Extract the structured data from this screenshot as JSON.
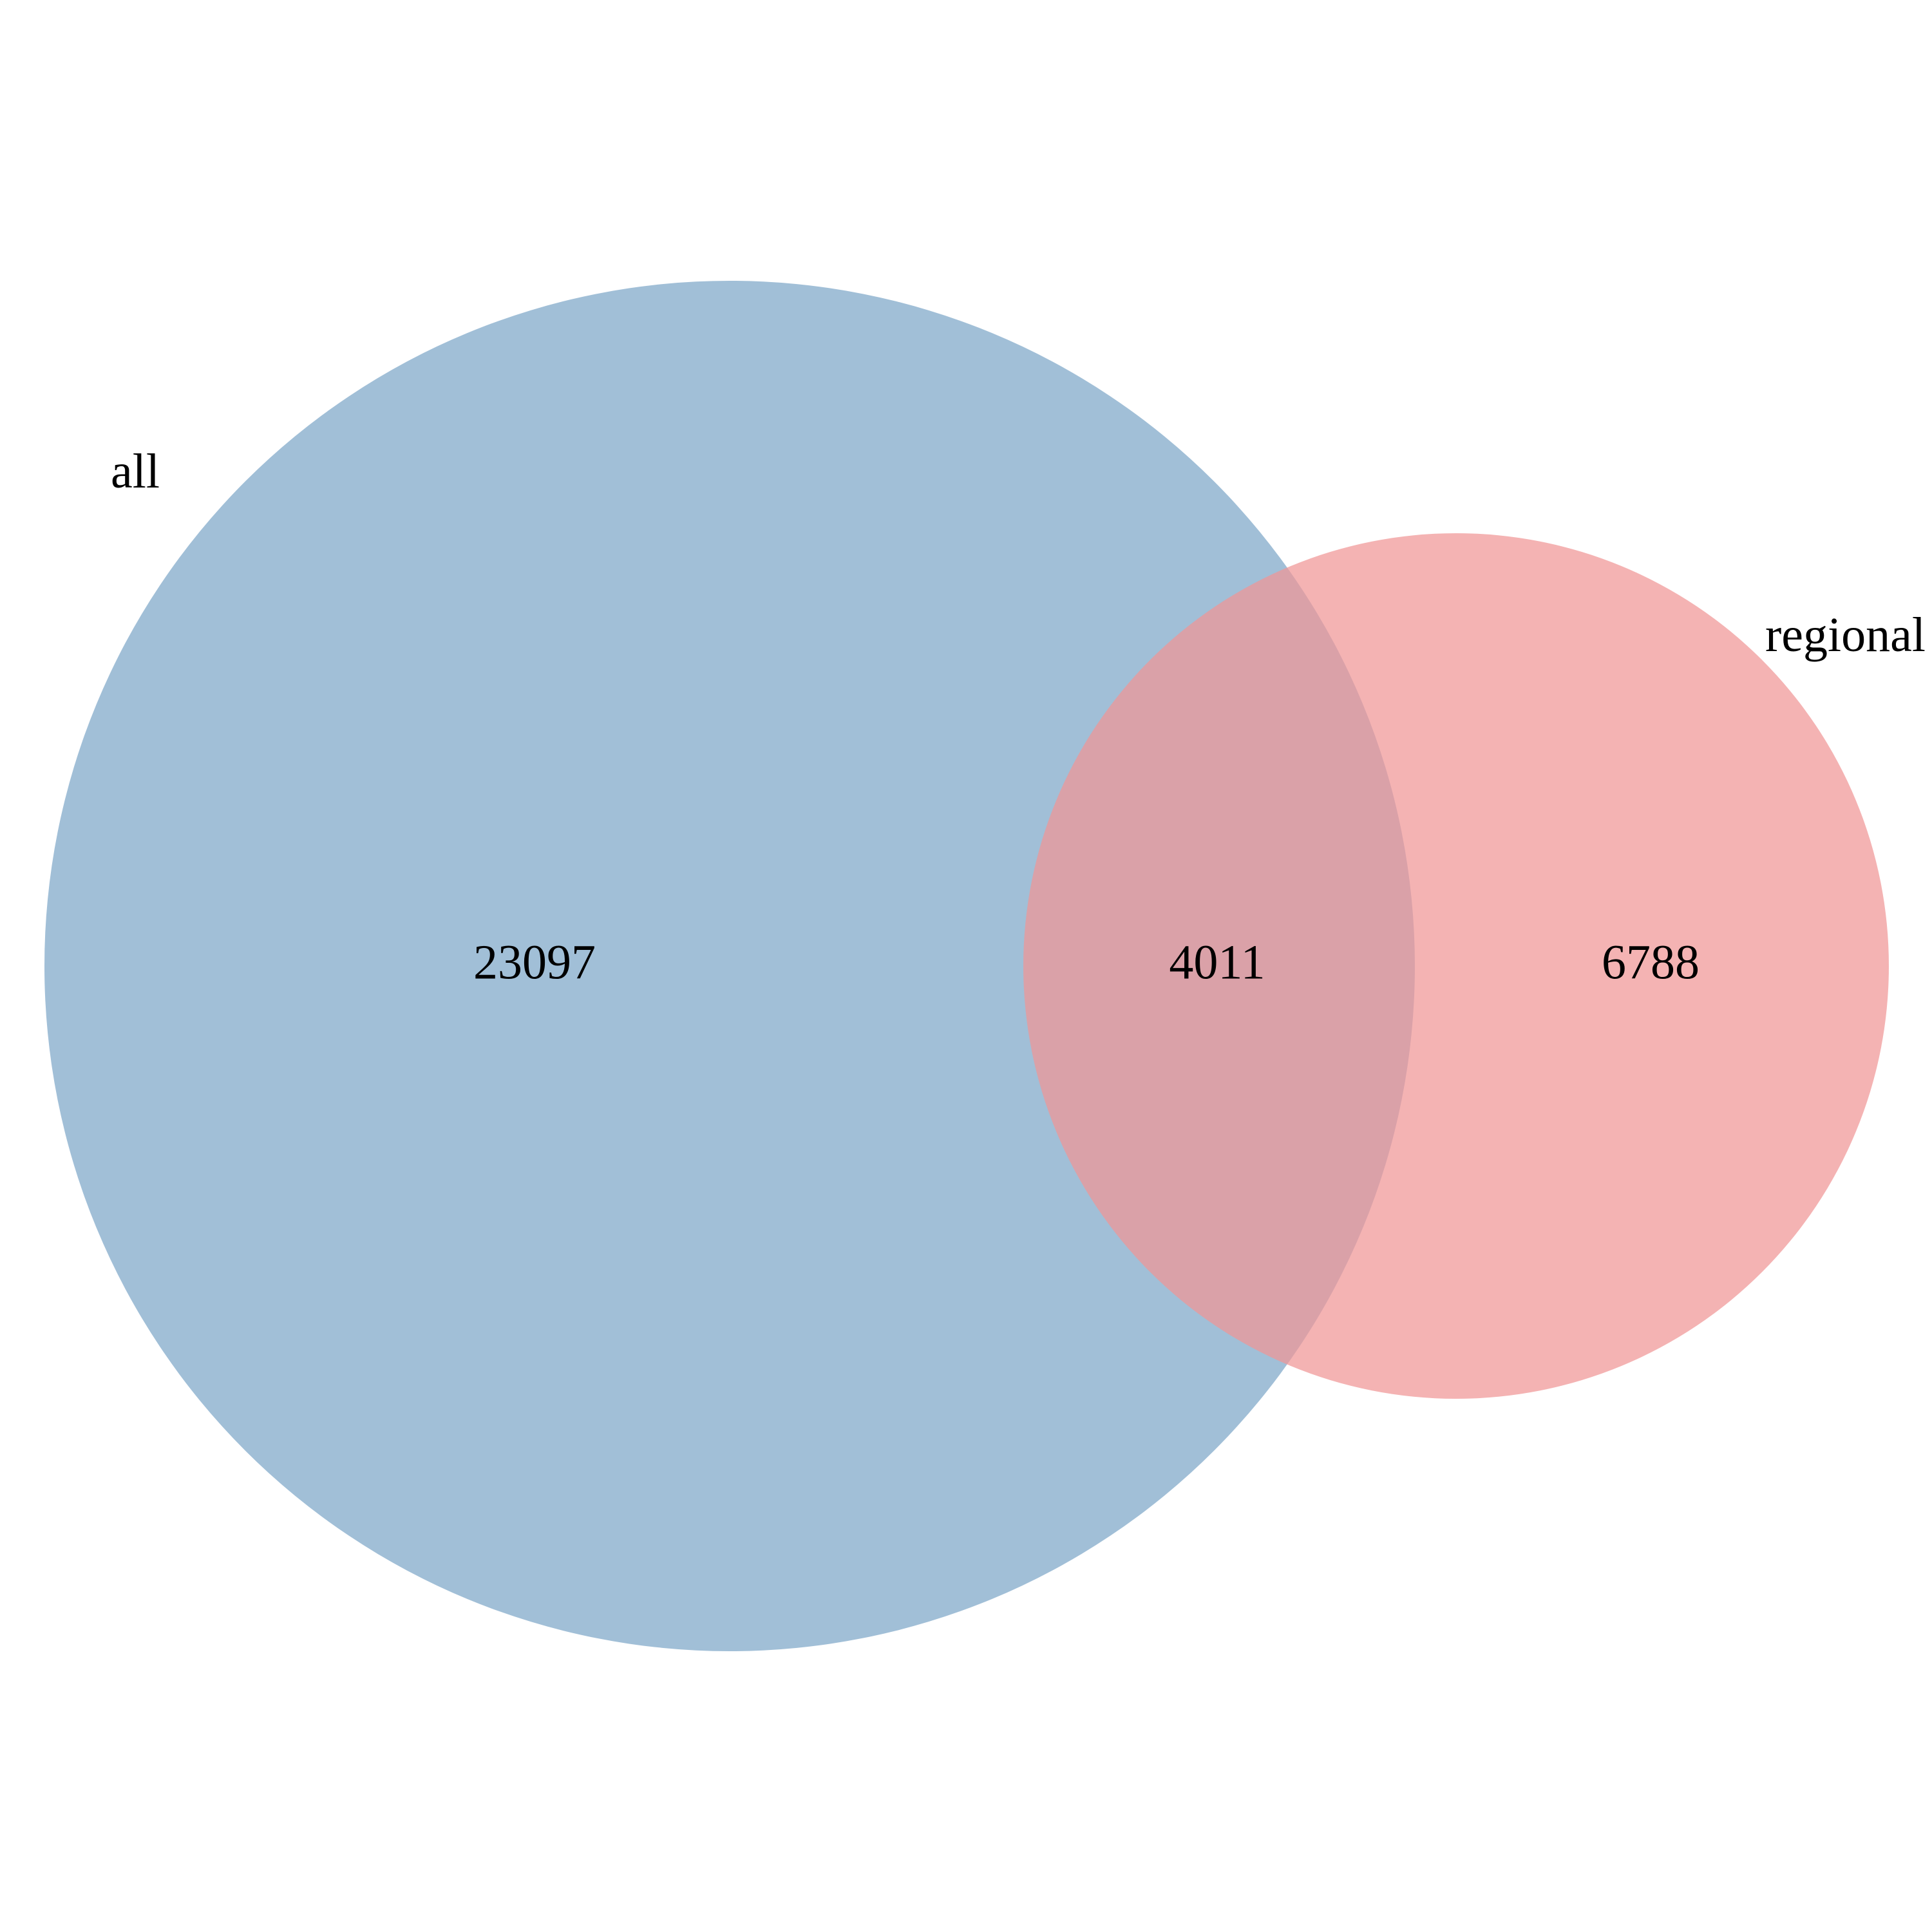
{
  "diagram": {
    "type": "venn",
    "sets": [
      {
        "name": "all",
        "color": "#7da6c8",
        "opacity": 0.72
      },
      {
        "name": "regional",
        "color": "#f09696",
        "opacity": 0.72
      }
    ],
    "regions": {
      "all_only": "23097",
      "intersection": "4011",
      "regional_only": "6788"
    }
  }
}
